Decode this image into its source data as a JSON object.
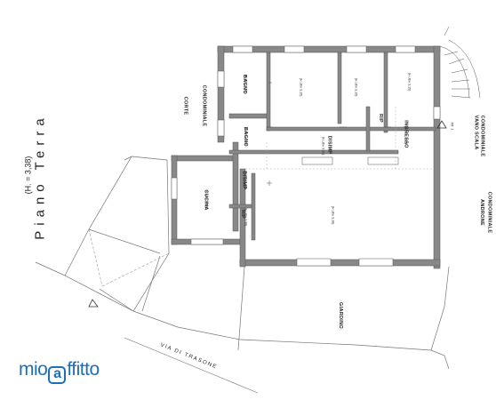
{
  "plan": {
    "title": "Piano Terra",
    "height_note": "(H. = 3,38)",
    "street": "VIA DI TRASONE",
    "rooms": {
      "bagno1": {
        "name": "BAGNO",
        "h": "(H.utile 2,70)"
      },
      "bagno2": {
        "name": "BAGNO",
        "h": "(H.utile 2,70)"
      },
      "disimp1": {
        "name": "DISIMP",
        "h": "(H.utile 2,40)"
      },
      "rip1": {
        "name": "RIP",
        "h": "(H.utile 2,38)"
      },
      "cucina": {
        "name": "CUCINA",
        "h": "(H.utile 3,18)"
      },
      "room_a": {
        "h": "(H.utile 3,15)"
      },
      "room_b": {
        "h": "(H.utile 3,15)"
      },
      "room_c": {
        "h": "(H.utile 3,15)"
      },
      "rip2": {
        "name": "RIP"
      },
      "disimp2": {
        "name": "DISIMP",
        "h": "(H.utile 3,00)"
      },
      "ingresso": {
        "name": "INGRESSO",
        "h": "(H.utile 3,15)"
      },
      "soggiorno": {
        "h": "(H.utile 3,18)"
      },
      "giardino": {
        "name": "GIARDINO"
      },
      "corte": {
        "name1": "CORTE",
        "name2": "CONDOMINIALE"
      },
      "vano_scala": {
        "name1": "VANO SCALA",
        "name2": "CONDOMINIALE",
        "h": "MT. 1"
      },
      "androne": {
        "name1": "ANDRONE",
        "name2": "CONDOMINIALE"
      }
    }
  },
  "logo": {
    "part1": "mio",
    "a": "a",
    "part2": "ffitto",
    "color": "#1d6fb8"
  }
}
